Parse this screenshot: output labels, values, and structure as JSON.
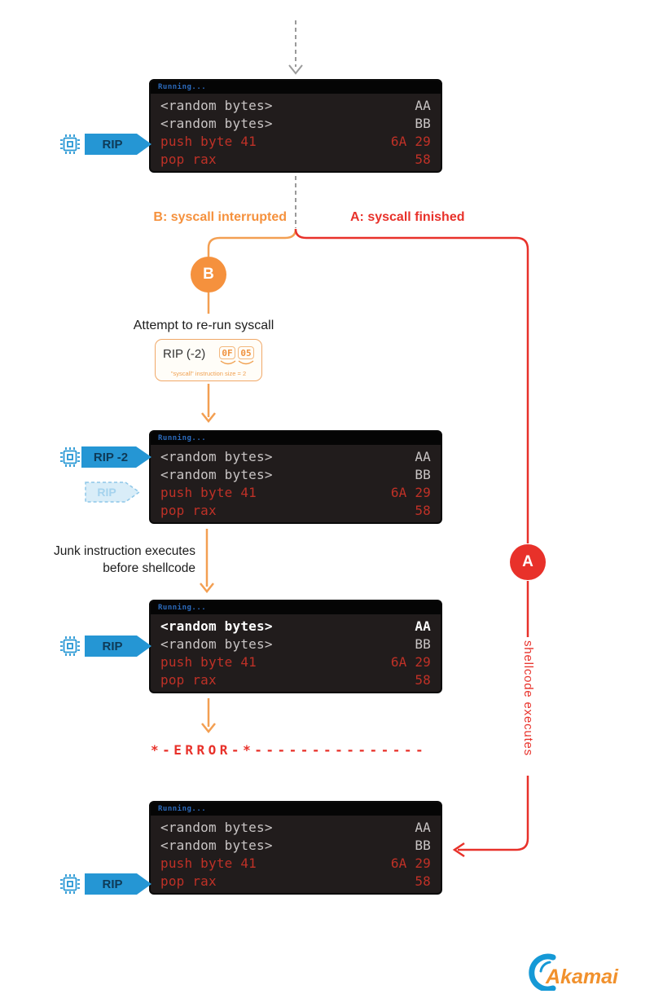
{
  "terminal": {
    "title": "Running...",
    "rows": [
      {
        "left": "<random bytes>",
        "right": "AA"
      },
      {
        "left": "<random bytes>",
        "right": "BB"
      },
      {
        "left": "push byte 41",
        "right": "6A 29"
      },
      {
        "left": "pop rax",
        "right": "58"
      }
    ]
  },
  "pointers": {
    "rip": "RIP",
    "rip_minus_2": "RIP -2",
    "rip_faded": "RIP"
  },
  "branches": {
    "b_label": "B: syscall interrupted",
    "a_label": "A: syscall finished",
    "b_badge": "B",
    "a_badge": "A"
  },
  "annotations": {
    "attempt": "Attempt to re-run syscall",
    "rip_box_label": "RIP (-2)",
    "byte1": "0F",
    "byte2": "05",
    "rip_box_caption": "\"syscall\" instruction size = 2",
    "junk_line1": "Junk instruction executes",
    "junk_line2": "before shellcode",
    "error": "*-ERROR-*---------------",
    "shellcode": "shellcode executes"
  },
  "logo": {
    "text": "Akamai"
  },
  "colors": {
    "blue": "#2596d4",
    "blue_dark": "#0e3a57",
    "orange": "#f5913d",
    "orange_line": "#f39f52",
    "red": "#e8312a",
    "terminal_bg": "#211c1c",
    "terminal_bar": "#050505",
    "terminal_title": "#2c6bbd",
    "terminal_gray": "#c9c5c5",
    "terminal_red": "#bf3127",
    "gray_line": "#9a9a9a"
  }
}
